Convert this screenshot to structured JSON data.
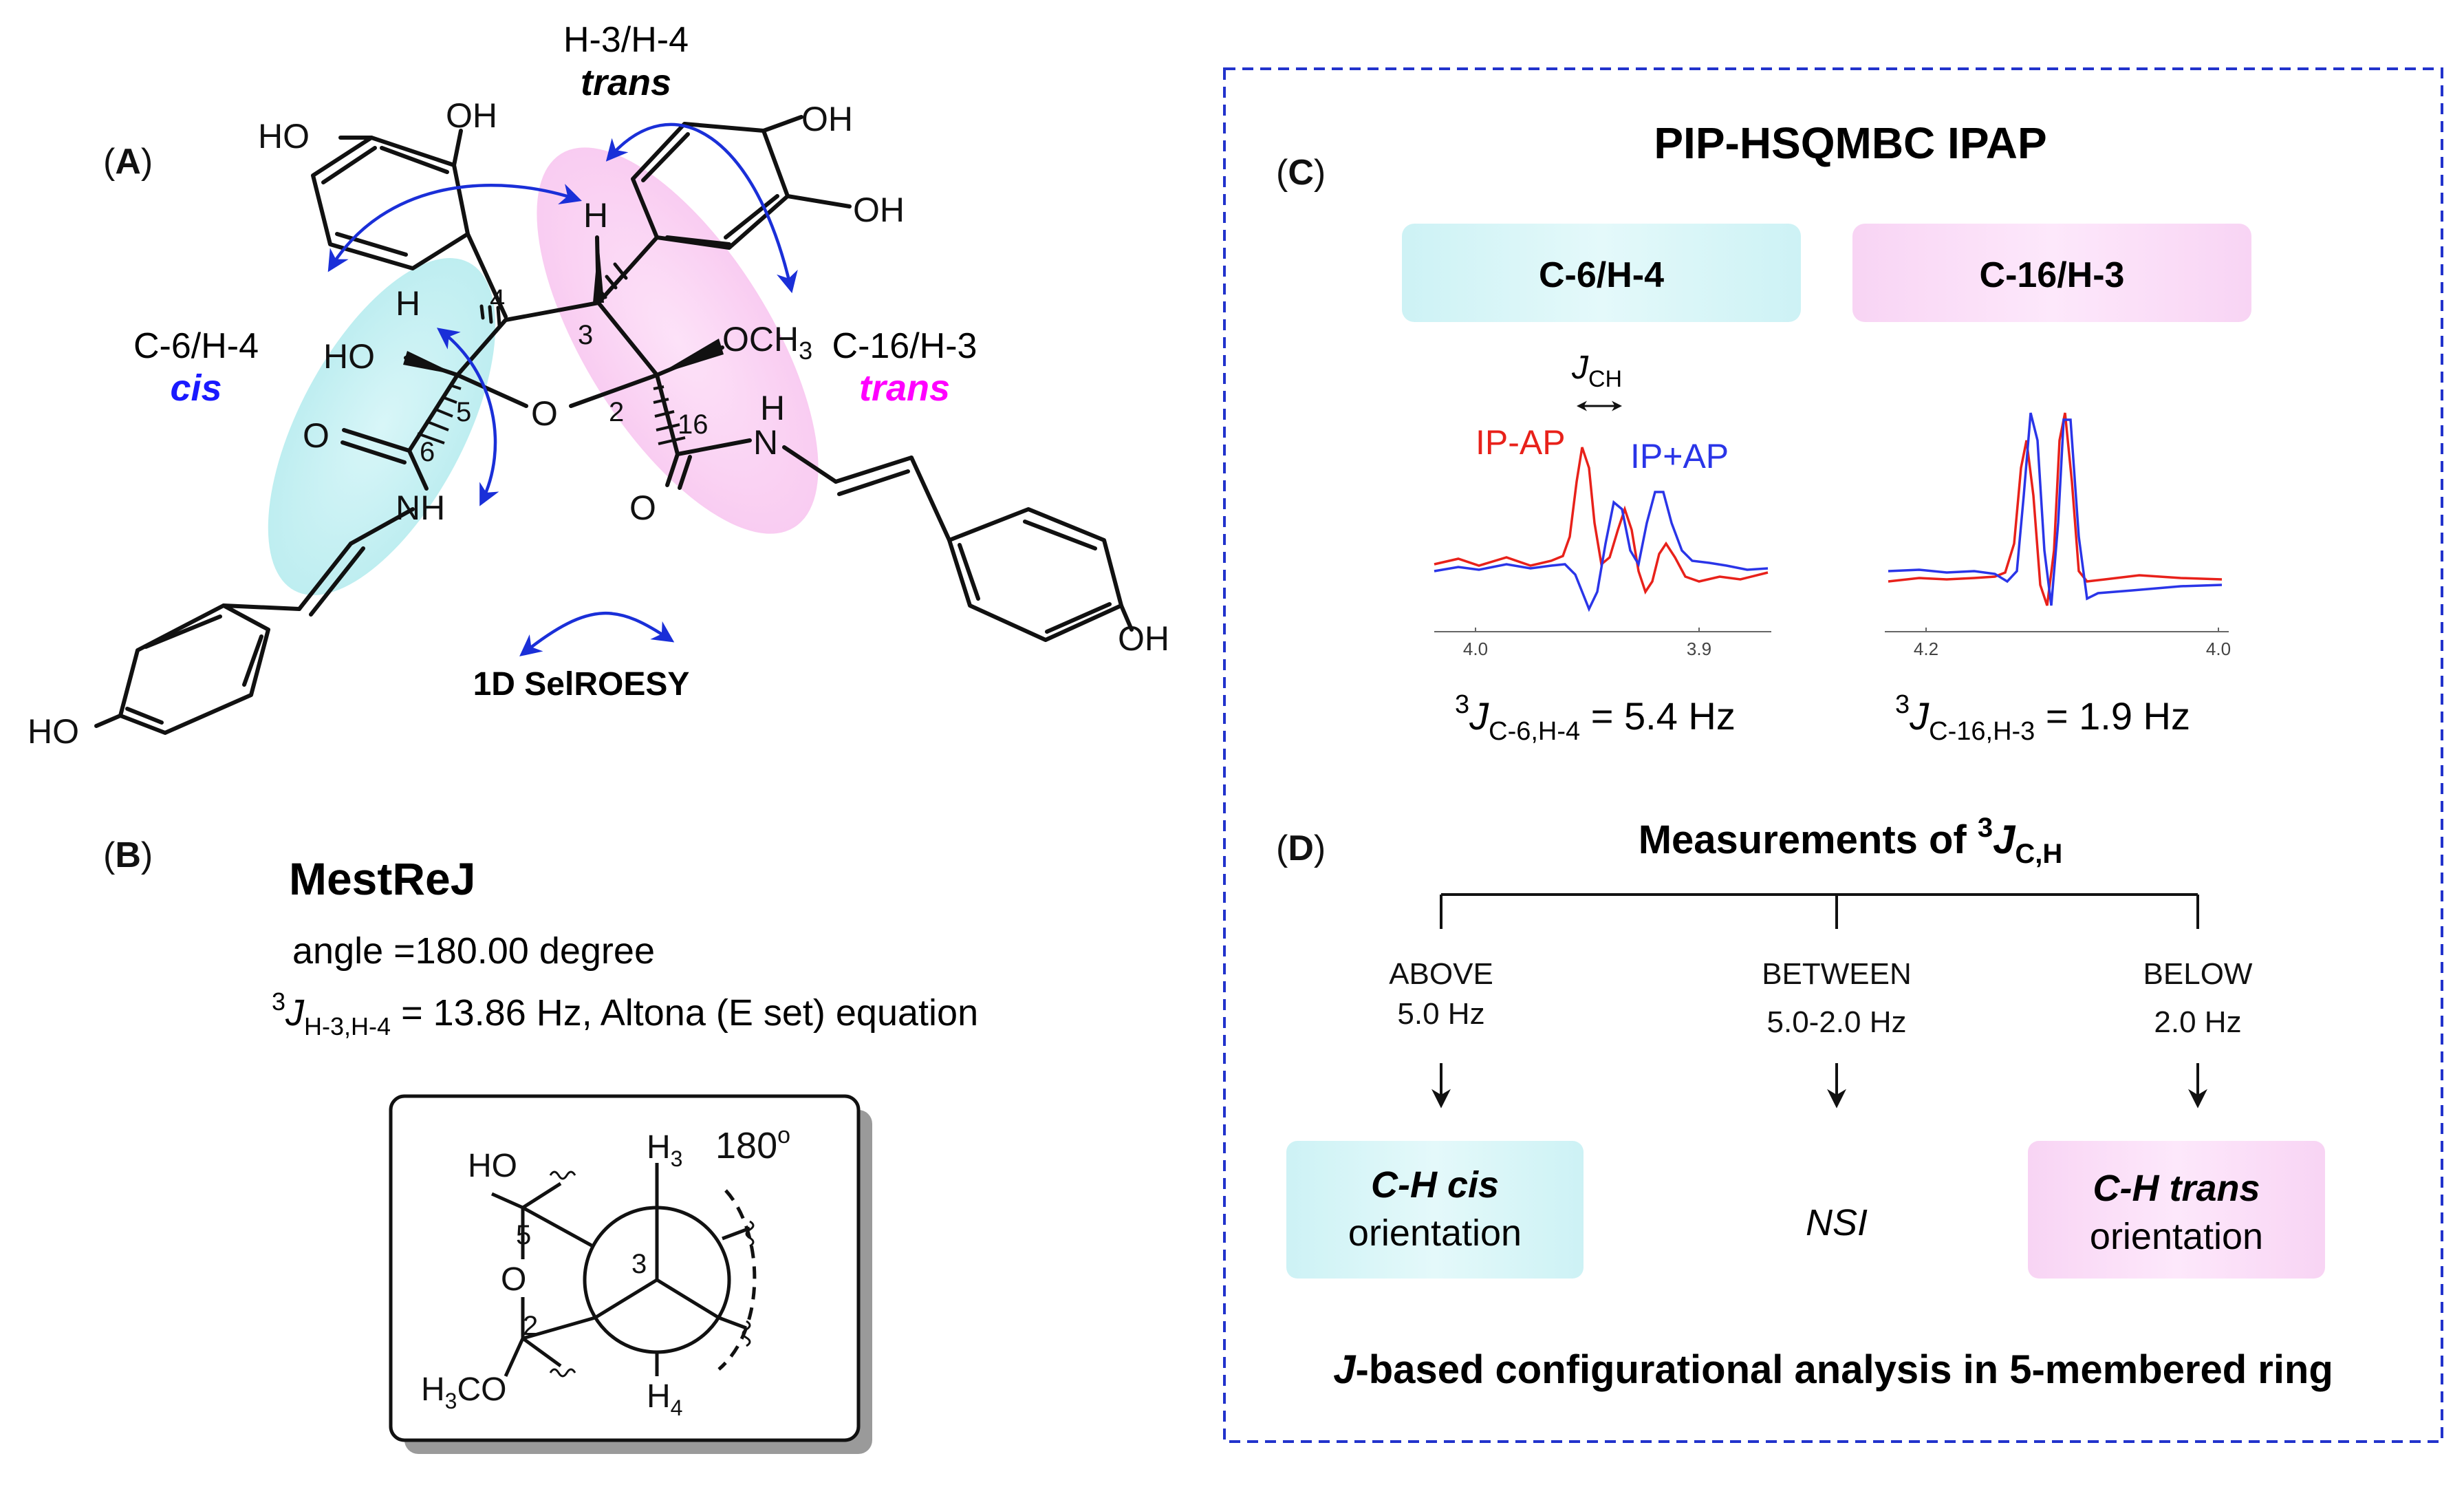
{
  "panel_a": {
    "label_open": "(",
    "label_letter": "A",
    "label_close": ")",
    "ho_top_left": "HO",
    "oh_top_left": "OH",
    "oh_top_right": "OH",
    "oh_right_ring": "OH",
    "h3h4": "H-3/H-4",
    "h3h4_trans": "trans",
    "c6h4": "C-6/H-4",
    "c6h4_cis": "cis",
    "c16h3": "C-16/H-3",
    "c16h3_trans": "trans",
    "h_atom_left": "H",
    "h_atom_top": "H",
    "num_4": "4",
    "num_3": "3",
    "num_5": "5",
    "num_2": "2",
    "num_6": "6",
    "num_16": "16",
    "ho_c5": "HO",
    "och3": "OCH",
    "och3_sub": "3",
    "ring_o": "O",
    "carbonyl_o_left": "O",
    "carbonyl_o_right": "O",
    "nh_left": "NH",
    "h_right": "H",
    "n_right": "N",
    "oh_bottom_right": "OH",
    "ho_bottom_left": "HO",
    "selroesy": "1D SelROESY"
  },
  "panel_b": {
    "label_open": "(",
    "label_letter": "B",
    "label_close": ")",
    "title": "MestReJ",
    "angle_line": "angle =180.00 degree",
    "j_sup": "3",
    "j_letter": "J",
    "j_sub": "H-3,H-4",
    "j_rest": " = 13.86 Hz, Altona (E set) equation",
    "newman": {
      "ho": "HO",
      "n5": "5",
      "o": "O",
      "n2": "2",
      "h3c": "H",
      "h3c_sub": "3",
      "h3c_rest": "CO",
      "h_top": "H",
      "h_top_sub": "3",
      "h_bot": "H",
      "h_bot_sub": "4",
      "center": "3",
      "angle_num": "180",
      "angle_sup": "o"
    }
  },
  "panel_c": {
    "label_open": "(",
    "label_letter": "C",
    "label_close": ")",
    "title": "PIP-HSQMBC IPAP",
    "left_box": "C-6/H-4",
    "right_box": "C-16/H-3",
    "jch_letter": "J",
    "jch_sub": "CH",
    "ip_minus": "IP-AP",
    "ip_plus": "IP+AP",
    "left_ticks": [
      "4.0",
      "3.9"
    ],
    "right_ticks": [
      "4.2",
      "4.0"
    ],
    "left_eq_sup": "3",
    "left_eq_j": "J",
    "left_eq_sub": "C-6,H-4",
    "left_eq_val": " = 5.4 Hz",
    "right_eq_sup": "3",
    "right_eq_j": "J",
    "right_eq_sub": "C-16,H-3",
    "right_eq_val": " = 1.9 Hz"
  },
  "panel_d": {
    "label_open": "(",
    "label_letter": "D",
    "label_close": ")",
    "title_pre": "Measurements of ",
    "title_sup": "3",
    "title_j": "J",
    "title_sub": "C,H",
    "above_1": "ABOVE",
    "above_2": "5.0 Hz",
    "between_1": "BETWEEN",
    "between_2": "5.0-2.0 Hz",
    "below_1": "BELOW",
    "below_2": "2.0 Hz",
    "cis_1": "C-H cis",
    "cis_2": "orientation",
    "nsi": "NSI",
    "trans_1": "C-H trans",
    "trans_2": "orientation",
    "footer_j": "J",
    "footer_rest": "-based configurational analysis in 5-membered ring"
  },
  "colors": {
    "arrow_blue": "#1a2fd8",
    "cis_blue": "#1a1aff",
    "trans_magenta": "#ff00ff",
    "ip_red": "#e8211a",
    "ip_blue": "#2a35e8",
    "frame_blue": "#2233cc"
  }
}
